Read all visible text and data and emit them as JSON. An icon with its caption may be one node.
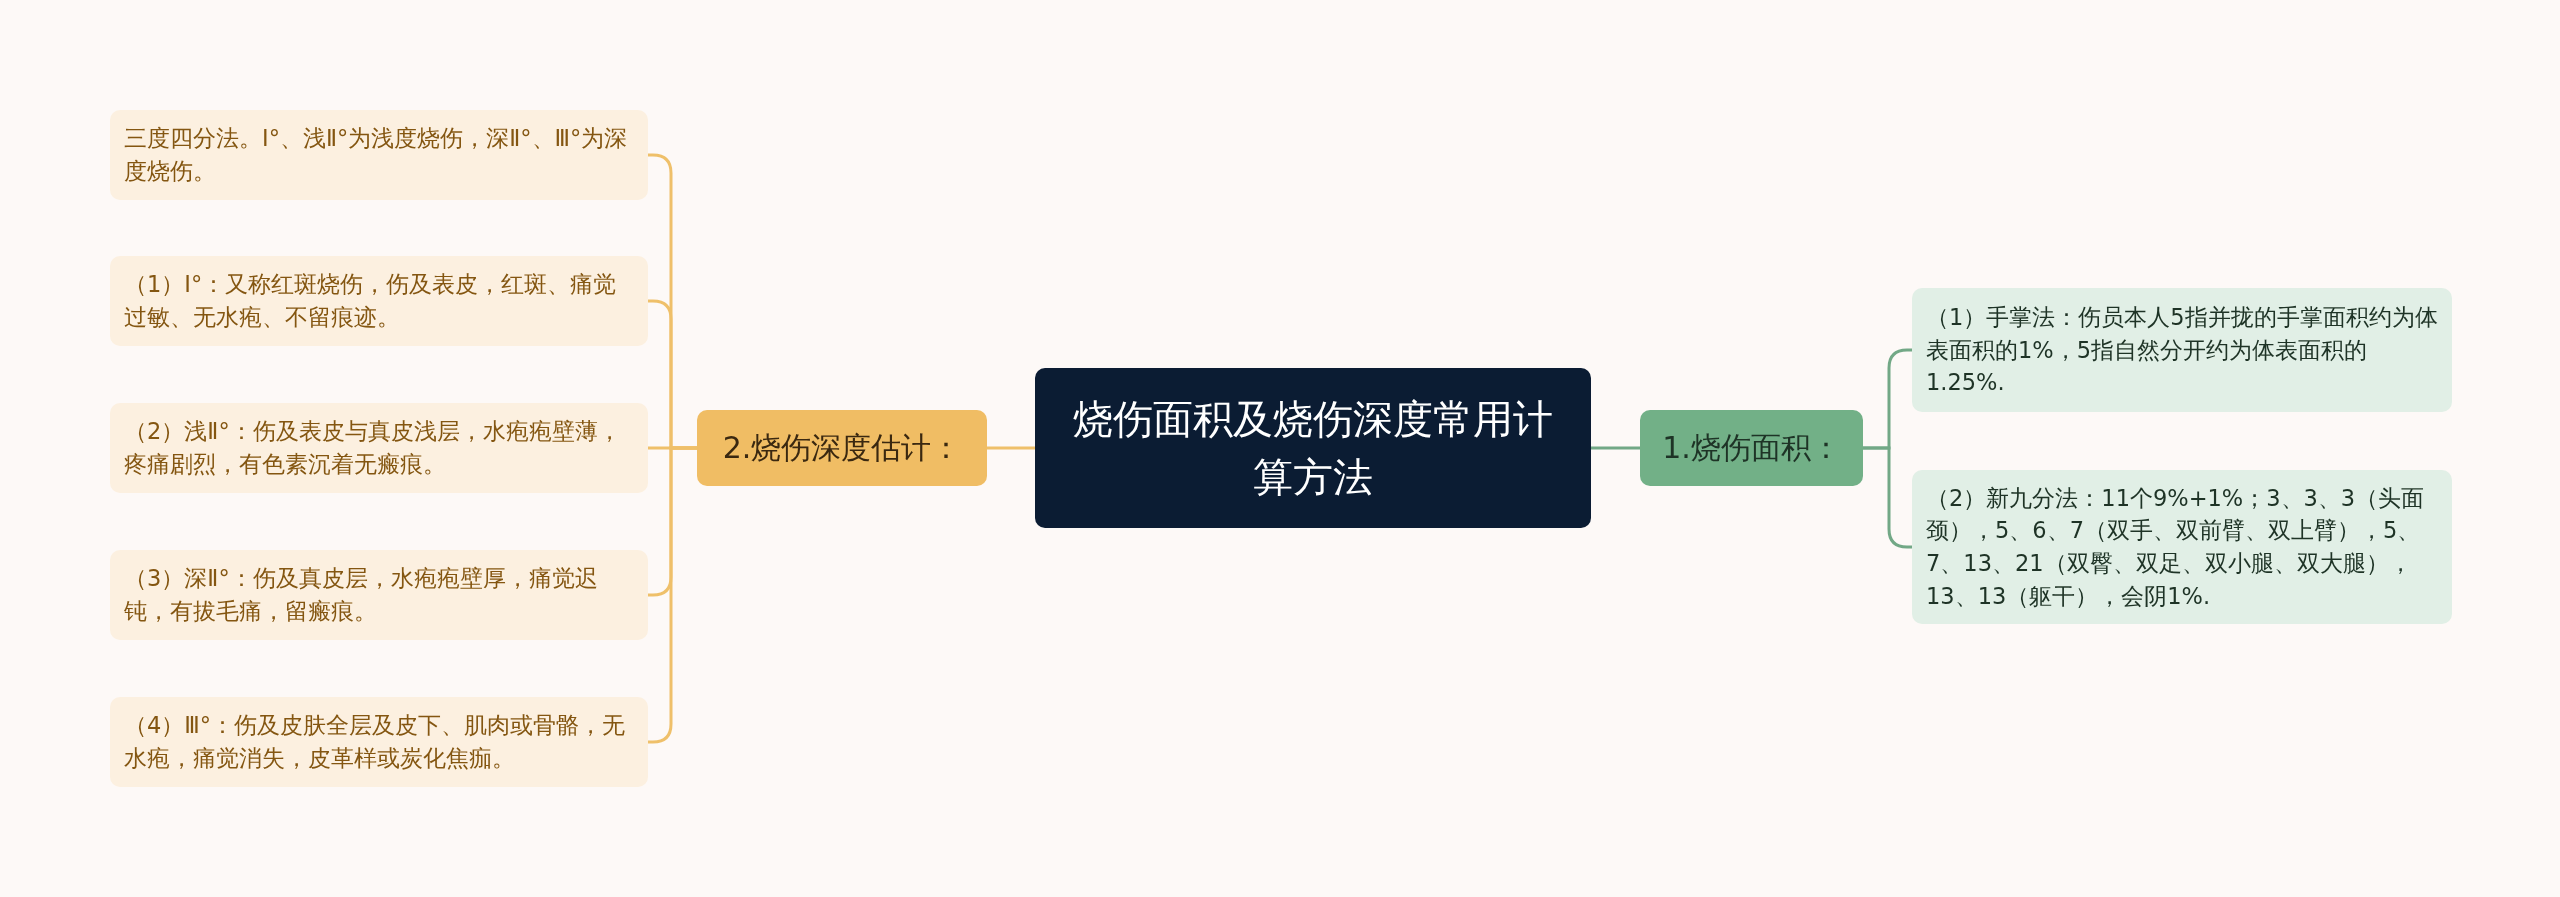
{
  "diagram": {
    "nodes": [
      {
        "text": [
          "烧伤面积及烧伤深度常用计算方法"
        ]
      },
      {
        "text": [
          "1.烧伤面积："
        ]
      },
      {
        "text": [
          "（1）手掌法：伤员本人5指并拢的手掌面积约为体表面积的1%，5指自然分开约为体表面积的1.25%."
        ]
      },
      {
        "text": [
          "（2）新九分法：11个9%+1%；3、3、3（头面颈），5、6、7（双手、双前臂、双上臂），5、7、13、21（双臀、双足、双小腿、双大腿），13、13（躯干），会阴1%."
        ]
      },
      {
        "text": [
          "2.烧伤深度估计："
        ]
      },
      {
        "text": [
          "三度四分法。I°、浅Ⅱ°为浅度烧伤，深Ⅱ°、Ⅲ°为深度烧伤。"
        ]
      },
      {
        "text": [
          "（1）I°：又称红斑烧伤，伤及表皮，红斑、痛觉过敏、无水疱、不留痕迹。"
        ]
      },
      {
        "text": [
          "（2）浅Ⅱ°：伤及表皮与真皮浅层，水疱疱壁薄，疼痛剧烈，有色素沉着无瘢痕。"
        ]
      },
      {
        "text": [
          "（3）深Ⅱ°：伤及真皮层，水疱疱壁厚，痛觉迟钝，有拔毛痛，留瘢痕。"
        ]
      },
      {
        "text": [
          "（4）Ⅲ°：伤及皮肤全层及皮下、肌肉或骨骼，无水疱，痛觉消失，皮革样或炭化焦痂。"
        ]
      }
    ],
    "edges": [
      {
        "from": 0,
        "to": 1,
        "arrow": "none",
        "color": "#72a886"
      },
      {
        "from": 1,
        "to": 2,
        "arrow": "none",
        "color": "#72a886"
      },
      {
        "from": 1,
        "to": 3,
        "arrow": "none",
        "color": "#72a886"
      },
      {
        "from": 0,
        "to": 4,
        "arrow": "none",
        "color": "#efc06a"
      },
      {
        "from": 4,
        "to": 5,
        "arrow": "none",
        "color": "#efc06a"
      },
      {
        "from": 4,
        "to": 6,
        "arrow": "none",
        "color": "#efc06a"
      },
      {
        "from": 4,
        "to": 7,
        "arrow": "none",
        "color": "#efc06a"
      },
      {
        "from": 4,
        "to": 8,
        "arrow": "none",
        "color": "#efc06a"
      },
      {
        "from": 4,
        "to": 9,
        "arrow": "none",
        "color": "#efc06a"
      }
    ]
  }
}
